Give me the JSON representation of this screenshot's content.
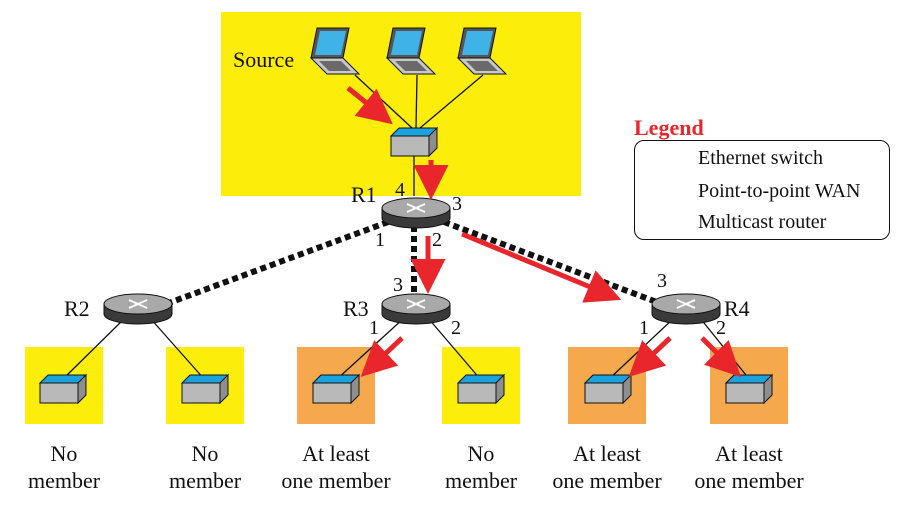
{
  "source_label": "Source",
  "legend": {
    "title": "Legend",
    "items": [
      "Ethernet switch",
      "Point-to-point WAN",
      "Multicast router"
    ]
  },
  "routers": {
    "r1": {
      "name": "R1",
      "ports": [
        "4",
        "3",
        "1",
        "2"
      ]
    },
    "r2": {
      "name": "R2"
    },
    "r3": {
      "name": "R3",
      "ports": [
        "3",
        "1",
        "2"
      ]
    },
    "r4": {
      "name": "R4",
      "ports": [
        "3",
        "1",
        "2"
      ]
    }
  },
  "lans": [
    {
      "line1": "No",
      "line2": "member"
    },
    {
      "line1": "No",
      "line2": "member"
    },
    {
      "line1": "At least",
      "line2": "one member"
    },
    {
      "line1": "No",
      "line2": "member"
    },
    {
      "line1": "At least",
      "line2": "one member"
    },
    {
      "line1": "At least",
      "line2": "one member"
    }
  ],
  "colors": {
    "no_member_bg": "#fcee0a",
    "member_bg": "#f6a94c",
    "source_bg": "#fcee0a",
    "arrow": "#e8262c",
    "switch_top": "#1aa3de",
    "switch_body": "#b7b7b7",
    "router_body": "#a9a9a9"
  }
}
